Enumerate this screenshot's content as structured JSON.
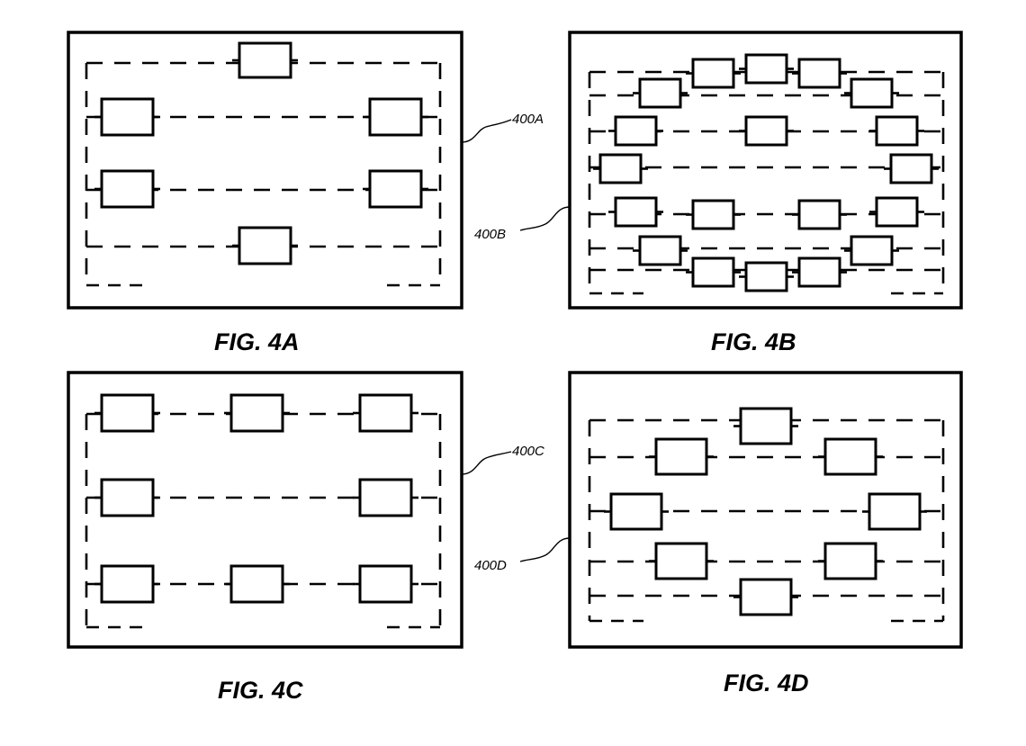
{
  "figures": [
    {
      "id": "4A",
      "caption": "FIG. 4A",
      "reference": "400A"
    },
    {
      "id": "4B",
      "caption": "FIG. 4B",
      "reference": "400B"
    },
    {
      "id": "4C",
      "caption": "FIG. 4C",
      "reference": "400C"
    },
    {
      "id": "4D",
      "caption": "FIG. 4D",
      "reference": "400D"
    }
  ]
}
